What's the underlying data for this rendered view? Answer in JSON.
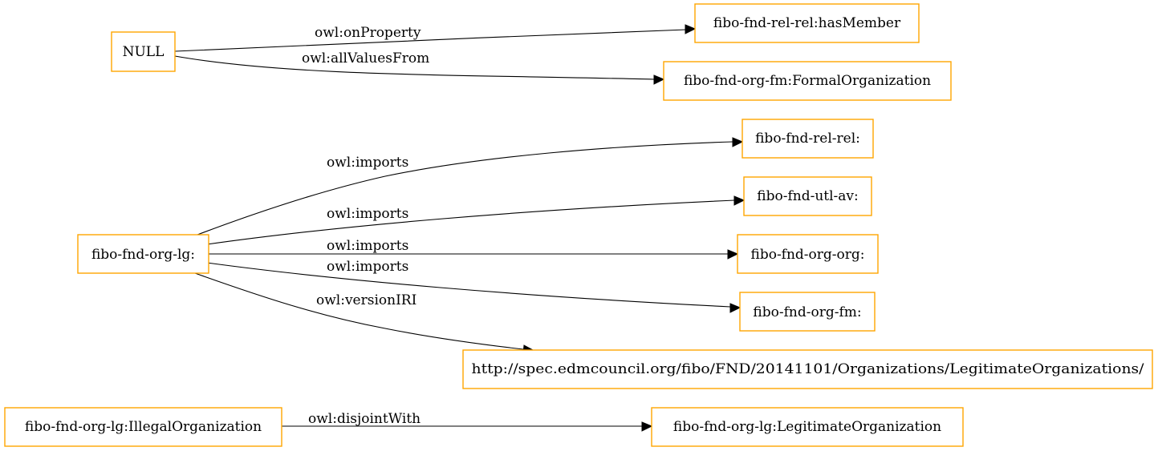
{
  "diagram": {
    "type": "directed-graph",
    "node_border_color": "#ffa500",
    "edge_color": "#000000",
    "nodes": {
      "null": "NULL",
      "has_member": "fibo-fnd-rel-rel:hasMember",
      "formal_organization": "fibo-fnd-org-fm:FormalOrganization",
      "org_lg": "fibo-fnd-org-lg:",
      "rel_rel": "fibo-fnd-rel-rel:",
      "utl_av": "fibo-fnd-utl-av:",
      "org_org": "fibo-fnd-org-org:",
      "org_fm": "fibo-fnd-org-fm:",
      "version_iri": "http://spec.edmcouncil.org/fibo/FND/20141101/Organizations/LegitimateOrganizations/",
      "illegal_org": "fibo-fnd-org-lg:IllegalOrganization",
      "legitimate_org": "fibo-fnd-org-lg:LegitimateOrganization"
    },
    "edges": {
      "on_property": {
        "from": "null",
        "to": "has_member",
        "label": "owl:onProperty"
      },
      "all_values_from": {
        "from": "null",
        "to": "formal_organization",
        "label": "owl:allValuesFrom"
      },
      "imports_rel_rel": {
        "from": "org_lg",
        "to": "rel_rel",
        "label": "owl:imports"
      },
      "imports_utl_av": {
        "from": "org_lg",
        "to": "utl_av",
        "label": "owl:imports"
      },
      "imports_org_org": {
        "from": "org_lg",
        "to": "org_org",
        "label": "owl:imports"
      },
      "imports_org_fm": {
        "from": "org_lg",
        "to": "org_fm",
        "label": "owl:imports"
      },
      "version_iri": {
        "from": "org_lg",
        "to": "version_iri",
        "label": "owl:versionIRI"
      },
      "disjoint_with": {
        "from": "illegal_org",
        "to": "legitimate_org",
        "label": "owl:disjointWith"
      }
    }
  }
}
